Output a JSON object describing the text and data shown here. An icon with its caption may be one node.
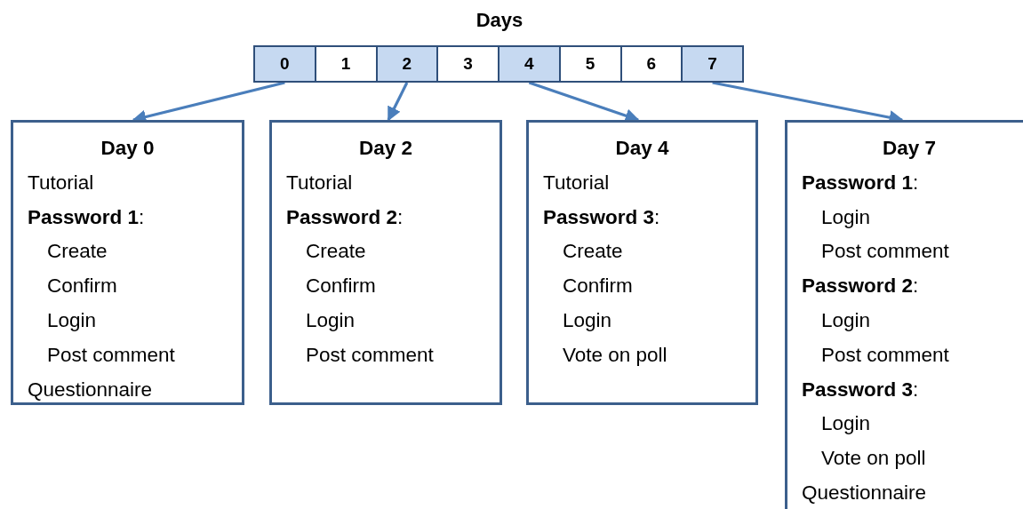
{
  "diagram": {
    "title": "Days",
    "nodes": [
      {
        "text": [
          "0"
        ]
      },
      {
        "text": [
          "1"
        ]
      },
      {
        "text": [
          "2"
        ]
      },
      {
        "text": [
          "3"
        ]
      },
      {
        "text": [
          "4"
        ]
      },
      {
        "text": [
          "5"
        ]
      },
      {
        "text": [
          "6"
        ]
      },
      {
        "text": [
          "7"
        ]
      },
      {
        "text": [
          "Day 0",
          "Tutorial",
          "**Password 1**:",
          "Create",
          "Confirm",
          "Login",
          "Post comment",
          "Questionnaire"
        ]
      },
      {
        "text": [
          "Day 2",
          "Tutorial",
          "**Password 2**:",
          "Create",
          "Confirm",
          "Login",
          "Post comment"
        ]
      },
      {
        "text": [
          "Day 4",
          "Tutorial",
          "**Password 3**:",
          "Create",
          "Confirm",
          "Login",
          "Vote on poll"
        ]
      },
      {
        "text": [
          "Day 7",
          "**Password 1**:",
          "Login",
          "Post comment",
          "**Password 2**:",
          "Login",
          "Post comment",
          "**Password 3**:",
          "Login",
          "Vote on poll",
          "Questionnaire"
        ]
      }
    ],
    "edges": [
      {
        "from": 0,
        "to": 8,
        "arrow": "to"
      },
      {
        "from": 2,
        "to": 9,
        "arrow": "to"
      },
      {
        "from": 4,
        "to": 10,
        "arrow": "to"
      },
      {
        "from": 7,
        "to": 11,
        "arrow": "to"
      }
    ]
  }
}
